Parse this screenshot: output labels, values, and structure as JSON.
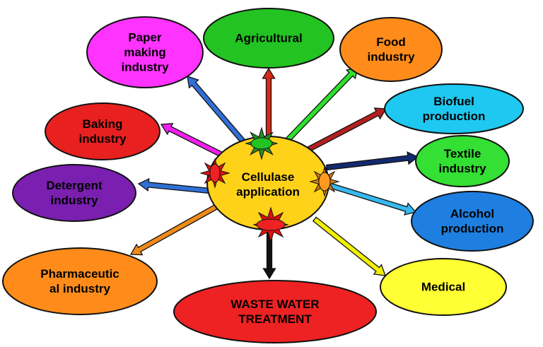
{
  "center": {
    "lines": [
      "Cellulase",
      "application"
    ]
  },
  "nodes": [
    {
      "id": "paper-making-industry",
      "lines": [
        "Paper",
        "making",
        "industry"
      ],
      "fill": "#ff33ff",
      "text": "#000000"
    },
    {
      "id": "agricultural",
      "lines": [
        "Agricultural"
      ],
      "fill": "#22c322",
      "text": "#000000"
    },
    {
      "id": "food-industry",
      "lines": [
        "Food",
        "industry"
      ],
      "fill": "#ff8c1a",
      "text": "#000000"
    },
    {
      "id": "biofuel-production",
      "lines": [
        "Biofuel",
        "production"
      ],
      "fill": "#1ec8f0",
      "text": "#000000"
    },
    {
      "id": "textile-industry",
      "lines": [
        "Textile",
        "industry"
      ],
      "fill": "#33e033",
      "text": "#000000"
    },
    {
      "id": "alcohol-production",
      "lines": [
        "Alcohol",
        "production"
      ],
      "fill": "#1e7fe0",
      "text": "#000000"
    },
    {
      "id": "medical",
      "lines": [
        "Medical"
      ],
      "fill": "#ffff33",
      "text": "#000000"
    },
    {
      "id": "waste-water-treatment",
      "lines": [
        "WASTE WATER",
        "TREATMENT"
      ],
      "fill": "#ee2222",
      "text": "#000000"
    },
    {
      "id": "pharmaceutical-industry",
      "lines": [
        "Pharmaceutic",
        "al industry"
      ],
      "fill": "#ff8c1a",
      "text": "#000000"
    },
    {
      "id": "detergent-industry",
      "lines": [
        "Detergent",
        "industry"
      ],
      "fill": "#7a1fb0",
      "text": "#000000"
    },
    {
      "id": "baking-industry",
      "lines": [
        "Baking",
        "industry"
      ],
      "fill": "#e82020",
      "text": "#000000"
    }
  ],
  "colors": {
    "center_fill": "#ffd21a",
    "outline": "#111111"
  }
}
